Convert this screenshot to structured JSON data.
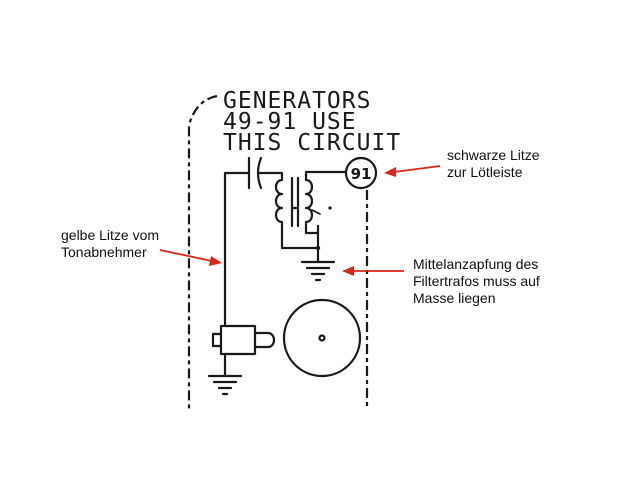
{
  "schematic": {
    "header_lines": [
      "GENERATORS",
      "49-91 USE",
      "THIS CIRCUIT"
    ],
    "terminal_number": "91"
  },
  "annotations": {
    "black_wire": [
      "schwarze Litze",
      "zur Lötleiste"
    ],
    "yellow_wire": [
      "gelbe Litze vom",
      "Tonabnehmer"
    ],
    "center_tap": [
      "Mittelanzapfung des",
      "Filtertrafos muss auf",
      "Masse liegen"
    ]
  },
  "colors": {
    "ink": "#1a1a1a",
    "arrow": "#d62718",
    "background": "#ffffff"
  }
}
